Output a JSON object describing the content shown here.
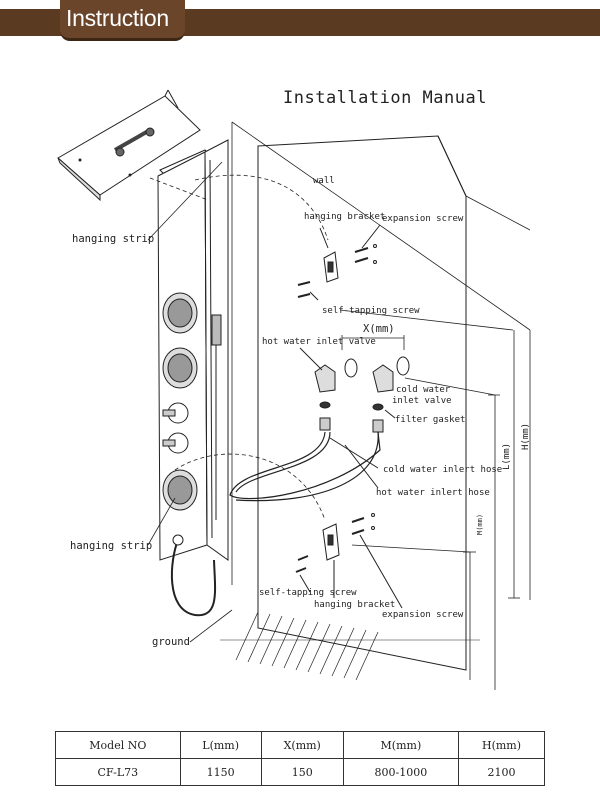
{
  "header": {
    "title": "Instruction"
  },
  "manual_title": "Installation Manual",
  "labels": {
    "wall": "wall",
    "hanging_bracket_top": "hanging bracket",
    "expansion_screw_top": "expansion screw",
    "self_tapping_top": "self-tapping screw",
    "x_dim": "X(mm)",
    "hot_valve": "hot water inlet valve",
    "cold_valve_1": "cold water",
    "cold_valve_2": "inlet valve",
    "filter_gasket": "filter gasket",
    "cold_hose": "cold water inlert hose",
    "hot_hose": "hot water inlert hose",
    "hanging_strip_top": "hanging strip",
    "hanging_strip_bottom": "hanging strip",
    "self_tapping_bottom": "self-tapping screw",
    "hanging_bracket_bottom": "hanging bracket",
    "expansion_screw_bottom": "expansion screw",
    "ground": "ground",
    "h_dim": "H(mm)",
    "l_dim": "L(mm)",
    "m_dim": "M(mm)"
  },
  "spec_table": {
    "headers": [
      "Model NO",
      "L(mm)",
      "X(mm)",
      "M(mm)",
      "H(mm)"
    ],
    "rows": [
      [
        "CF-L73",
        "1150",
        "150",
        "800-1000",
        "2100"
      ]
    ]
  }
}
